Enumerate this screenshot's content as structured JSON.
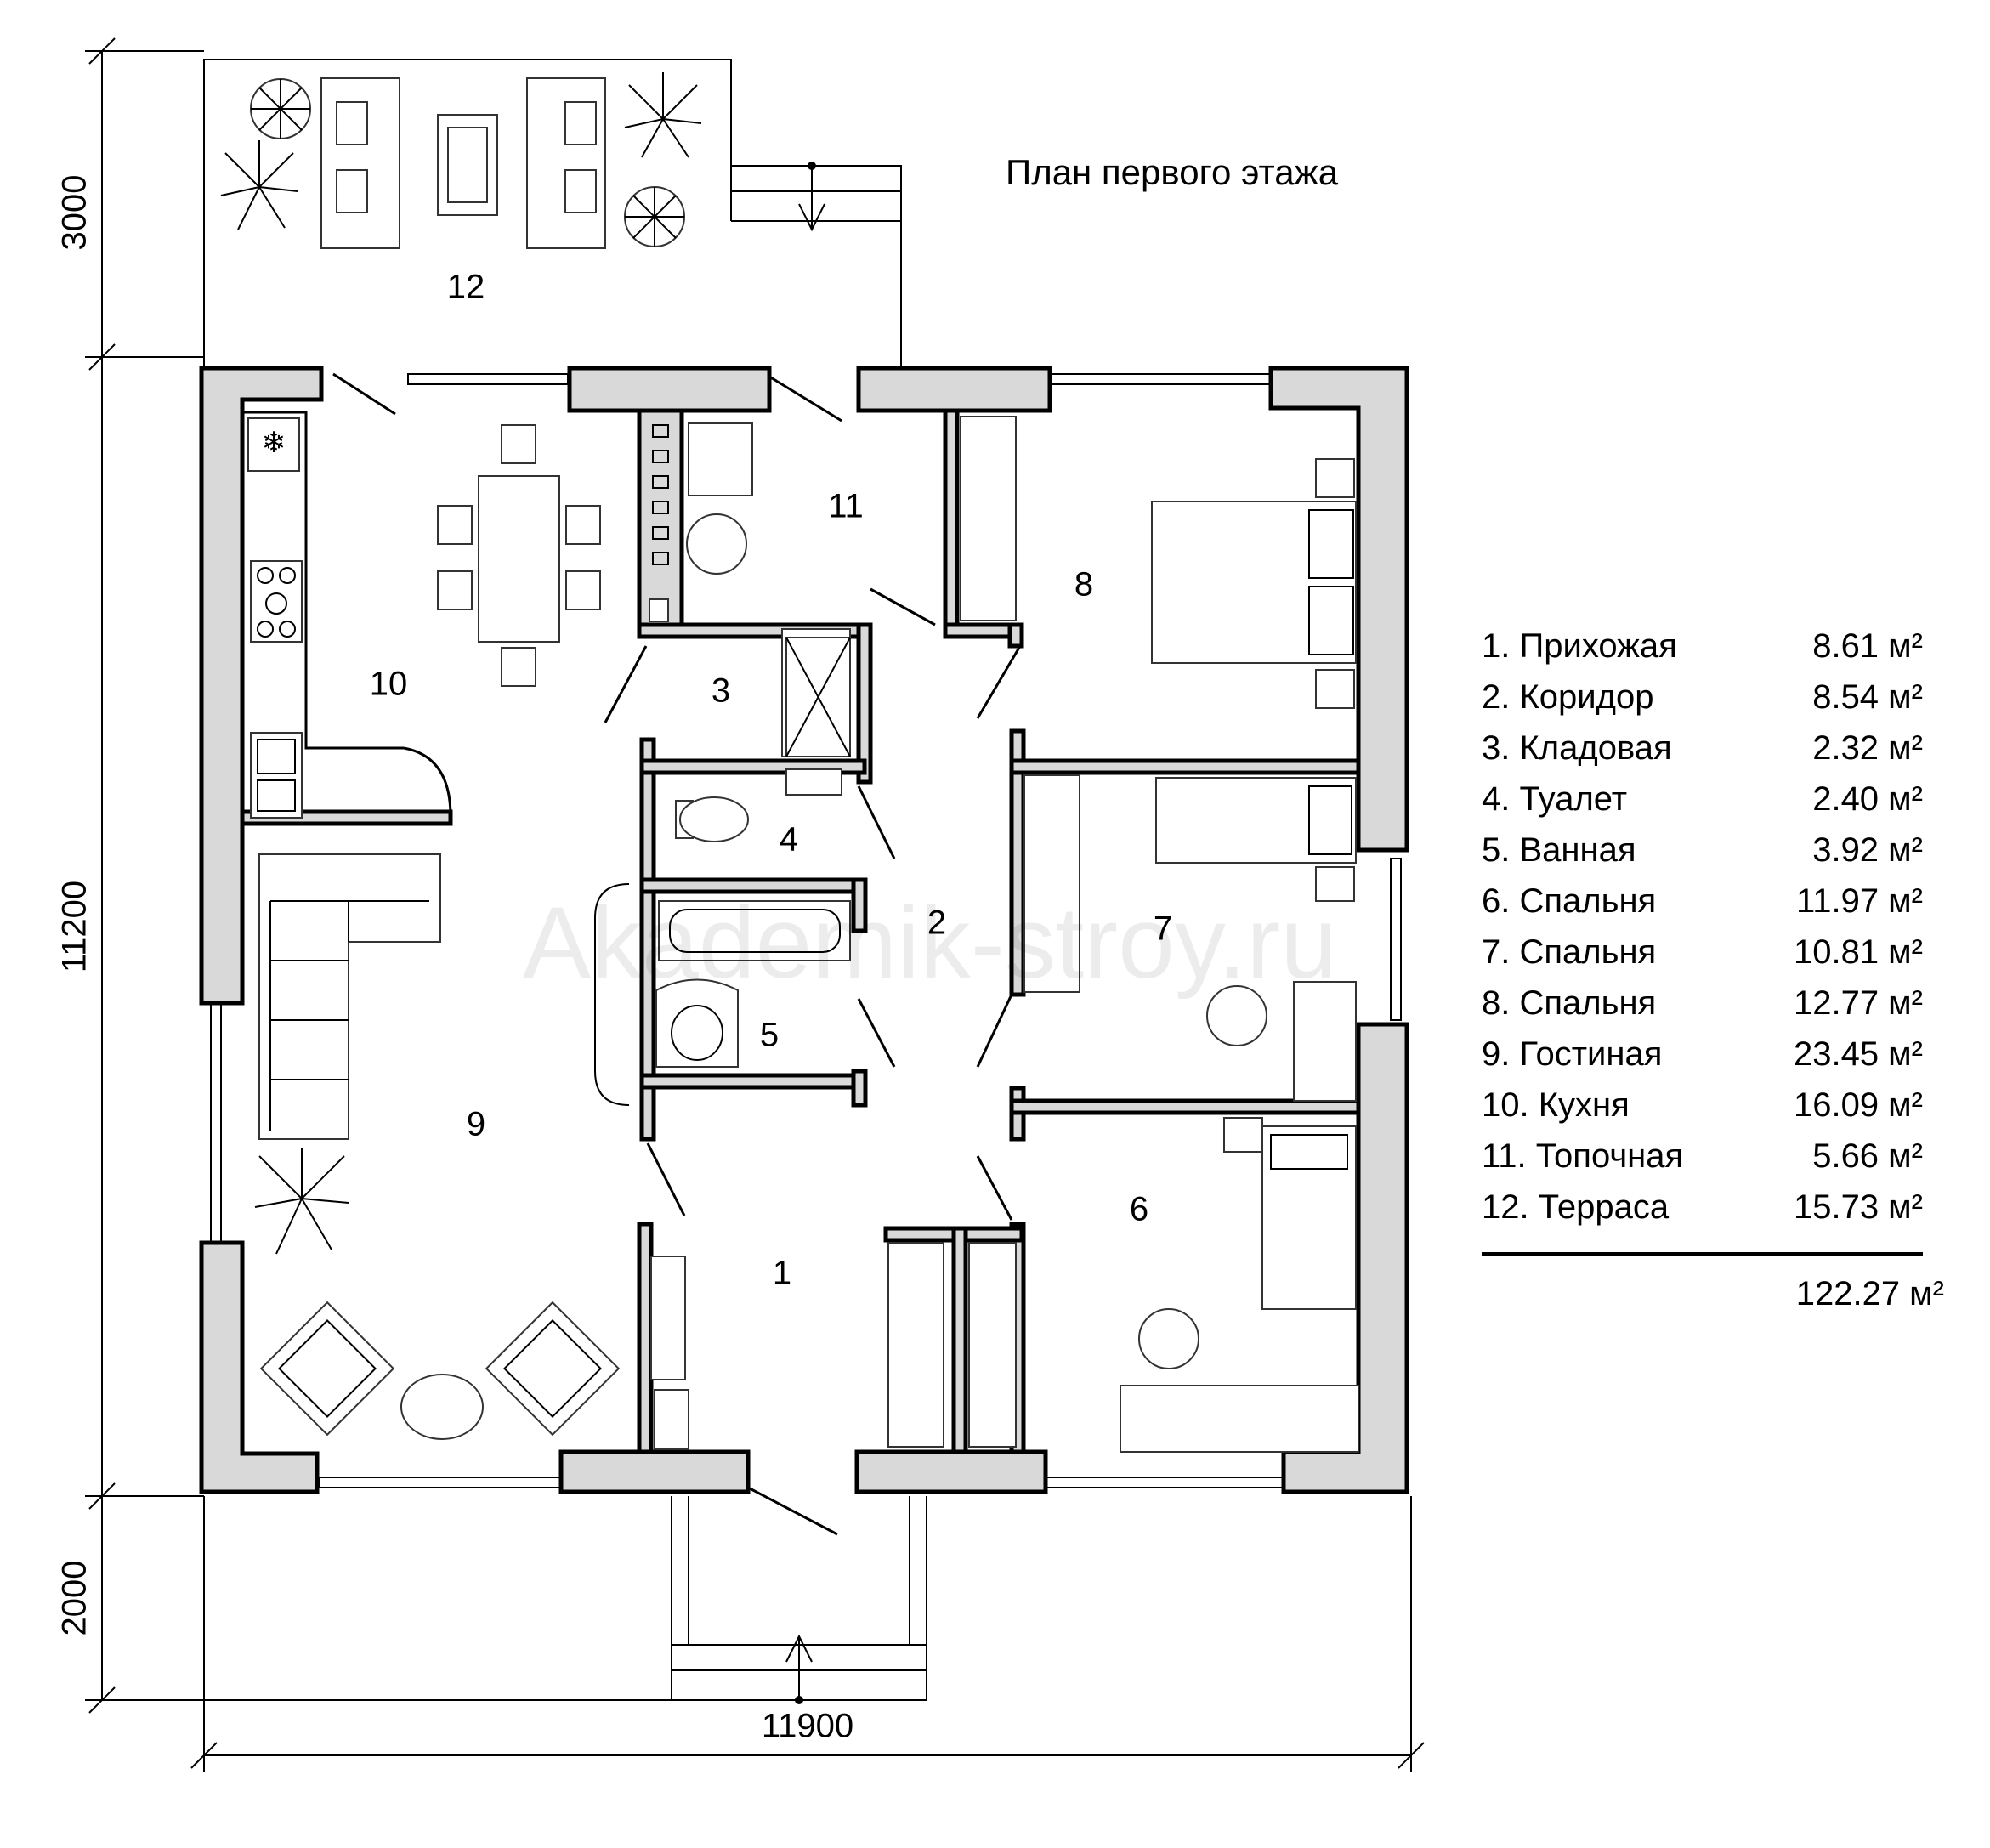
{
  "title": "План первого этажа",
  "watermark": "Akademik-stroy.ru",
  "dimensions": {
    "terrace_depth": "3000",
    "house_depth": "11200",
    "porch_depth": "2000",
    "house_width": "11900"
  },
  "rooms": [
    {
      "number": "1",
      "name": "Прихожая",
      "area": "8.61 м²"
    },
    {
      "number": "2",
      "name": "Коридор",
      "area": "8.54 м²"
    },
    {
      "number": "3",
      "name": "Кладовая",
      "area": "2.32 м²"
    },
    {
      "number": "4",
      "name": "Туалет",
      "area": "2.40 м²"
    },
    {
      "number": "5",
      "name": "Ванная",
      "area": "3.92 м²"
    },
    {
      "number": "6",
      "name": "Спальня",
      "area": "11.97 м²"
    },
    {
      "number": "7",
      "name": "Спальня",
      "area": "10.81 м²"
    },
    {
      "number": "8",
      "name": "Спальня",
      "area": "12.77 м²"
    },
    {
      "number": "9",
      "name": "Гостиная",
      "area": "23.45 м²"
    },
    {
      "number": "10",
      "name": "Кухня",
      "area": "16.09 м²"
    },
    {
      "number": "11",
      "name": "Топочная",
      "area": "5.66 м²"
    },
    {
      "number": "12",
      "name": "Терраса",
      "area": "15.73 м²"
    }
  ],
  "legend_labels": [
    "1. Прихожая",
    "2. Коридор",
    "3. Кладовая",
    "4. Туалет",
    "5. Ванная",
    "6. Спальня",
    "7. Спальня",
    "8. Спальня",
    "9. Гостиная",
    "10. Кухня",
    "11. Топочная",
    "12. Терраса"
  ],
  "total_area": "122.27 м²",
  "icons": [
    "fridge-snowflake-icon",
    "stove-icon",
    "sink-icon",
    "toilet-icon",
    "bathtub-icon",
    "plant-icon",
    "bed-icon",
    "chair-icon"
  ]
}
